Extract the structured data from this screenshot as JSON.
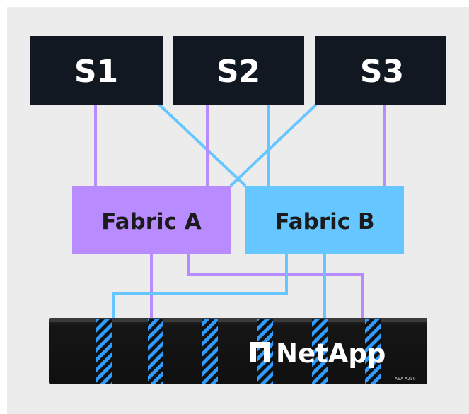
{
  "servers": [
    {
      "label": "S1"
    },
    {
      "label": "S2"
    },
    {
      "label": "S3"
    }
  ],
  "fabrics": {
    "a": {
      "label": "Fabric A",
      "color": "#b88cff"
    },
    "b": {
      "label": "Fabric B",
      "color": "#66c6ff"
    }
  },
  "storage": {
    "brand": "NetApp",
    "model": "ASA A250"
  },
  "colors": {
    "background": "#ececec",
    "server_fill": "#111821",
    "chassis": "#151515",
    "stripe_blue": "#2f9dff"
  }
}
